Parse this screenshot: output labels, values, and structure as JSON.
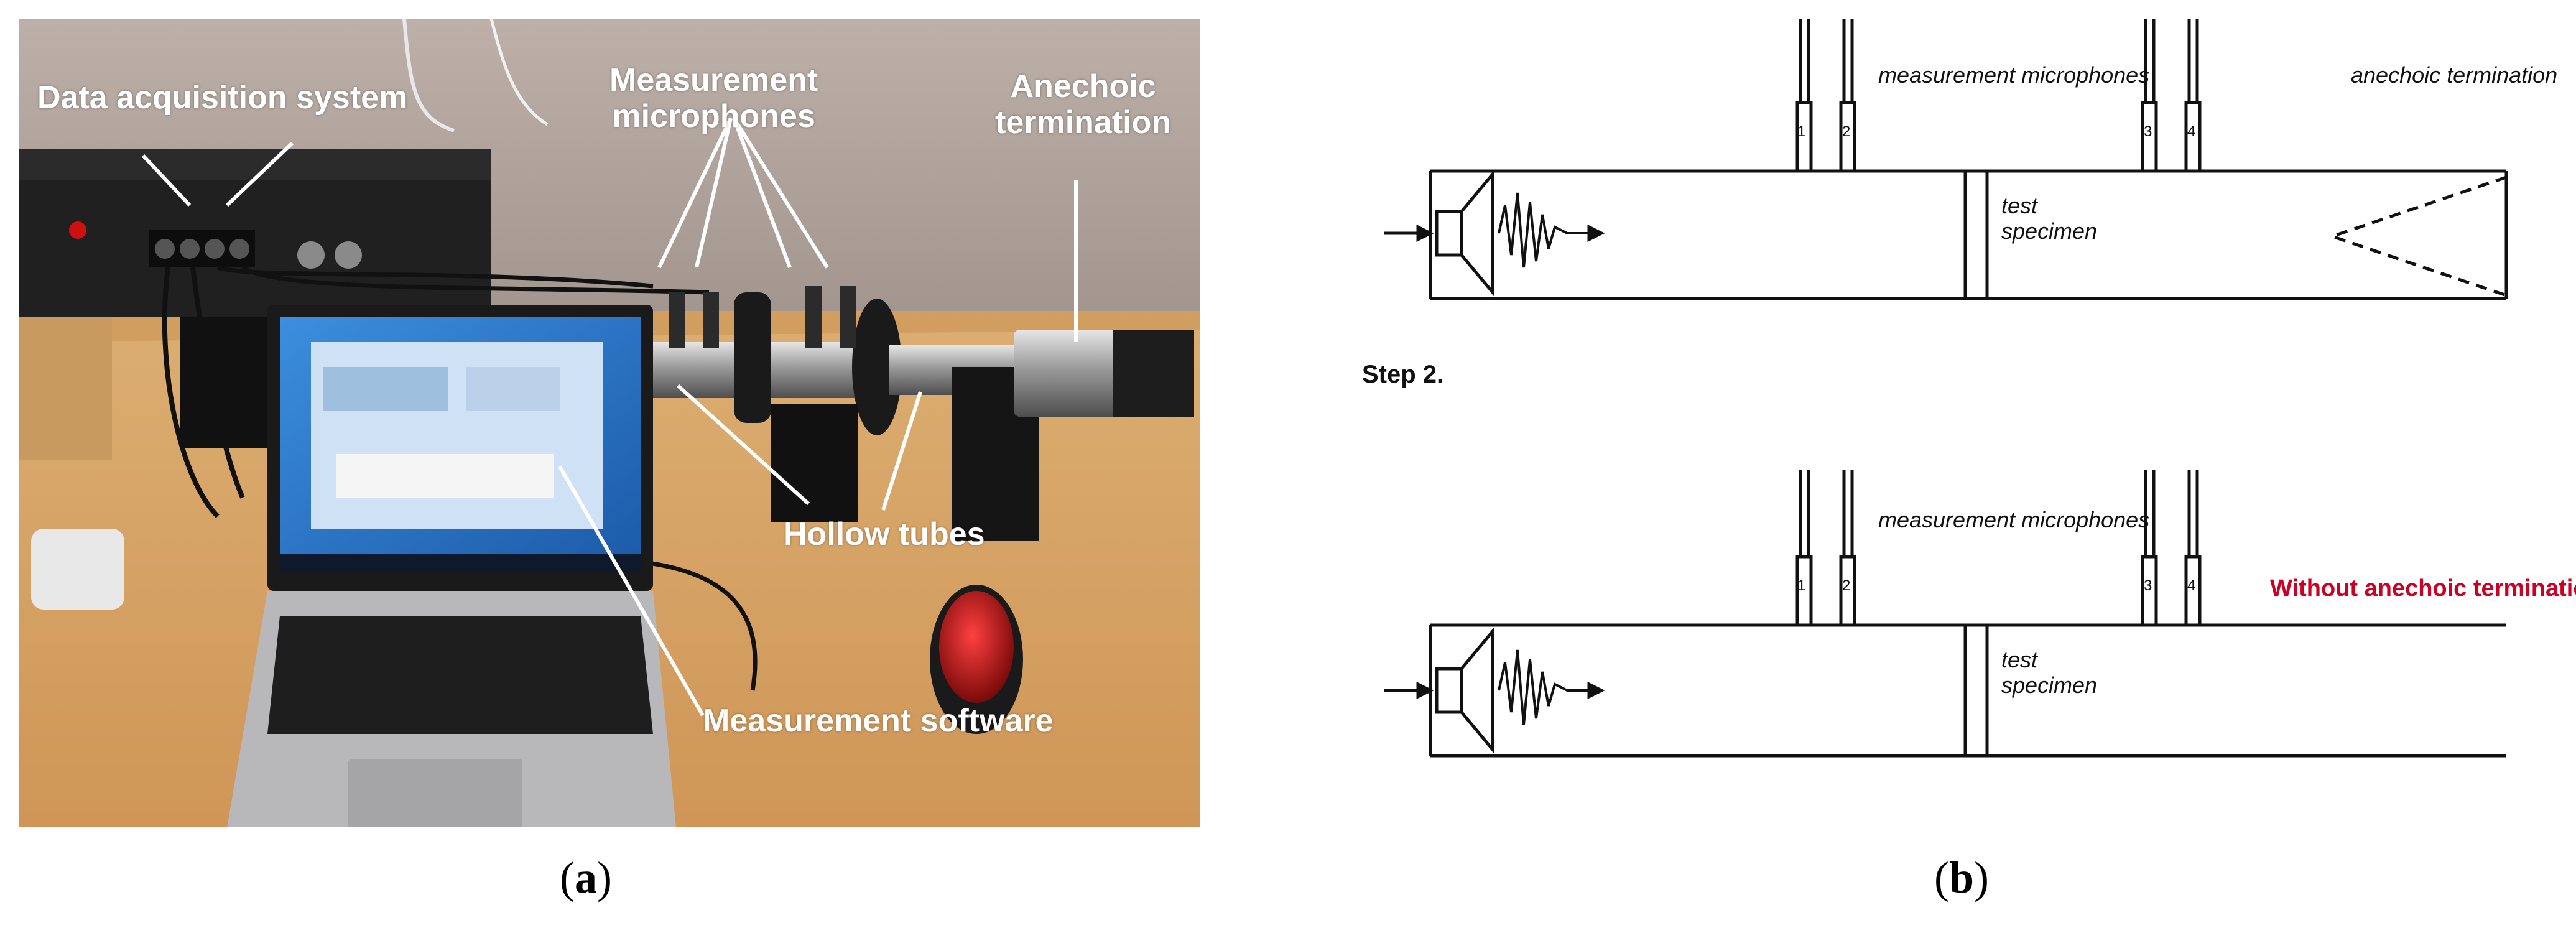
{
  "panel_a": {
    "labels": {
      "data_acquisition": "Data acquisition system",
      "measurement_microphones": "Measurement\nmicrophones",
      "anechoic_termination": "Anechoic\ntermination",
      "hollow_tubes": "Hollow tubes",
      "measurement_software": "Measurement software"
    },
    "caption": {
      "open": "(",
      "letter": "a",
      "close": ")"
    }
  },
  "panel_b": {
    "step1": {
      "microphones_label": "measurement microphones",
      "termination_label": "anechoic termination",
      "specimen_label": "test\nspecimen",
      "mic_numbers": [
        "1",
        "2",
        "3",
        "4"
      ]
    },
    "step2": {
      "step_label": "Step 2.",
      "microphones_label": "measurement microphones",
      "termination_label": "Without anechoic termination",
      "specimen_label": "test\nspecimen",
      "mic_numbers": [
        "1",
        "2",
        "3",
        "4"
      ]
    },
    "caption": {
      "open": "(",
      "letter": "b",
      "close": ")"
    }
  },
  "colors": {
    "desk": "#d9a463",
    "wall": "#b9aaa0",
    "equipment": "#1c1c1c",
    "tube": "#a9a9a9",
    "screen": "#1f6fc4",
    "accent_red": "#cc0022"
  }
}
